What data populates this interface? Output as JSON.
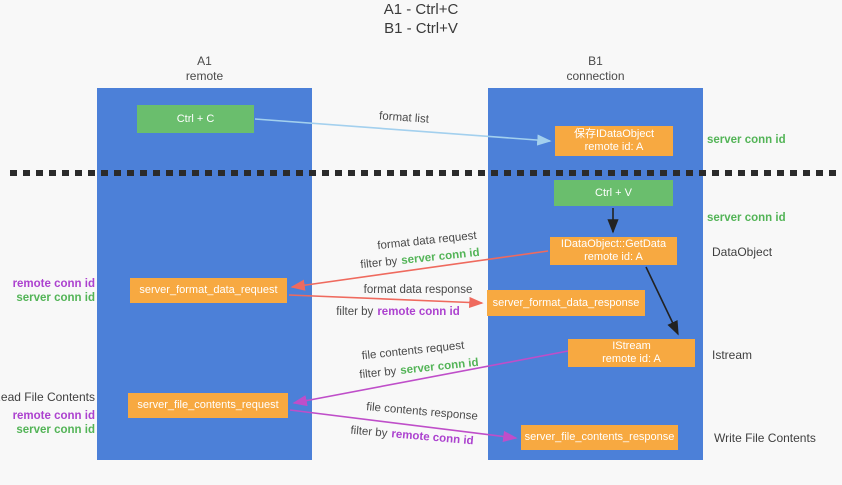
{
  "title": {
    "line1": "A1 - Ctrl+C",
    "line2": "B1 - Ctrl+V"
  },
  "columns": {
    "left": {
      "name": "A1",
      "role": "remote"
    },
    "right": {
      "name": "B1",
      "role": "connection"
    }
  },
  "nodes": {
    "ctrl_c": "Ctrl + C",
    "ctrl_v": "Ctrl + V",
    "save_dataobject": {
      "line1": "保存IDataObject",
      "line2": "remote id: A"
    },
    "getdata": {
      "line1": "IDataObject::GetData",
      "line2": "remote id: A"
    },
    "istream": {
      "line1": "IStream",
      "line2": "remote id: A"
    },
    "format_request": "server_format_data_request",
    "format_response": "server_format_data_response",
    "file_request": "server_file_contents_request",
    "file_response": "server_file_contents_response"
  },
  "arrow_labels": {
    "format_list": "format list",
    "format_data_request": "format data request",
    "format_data_response": "format data response",
    "file_contents_request": "file contents request",
    "file_contents_response": "file contents response",
    "filter_by": "filter by",
    "server_conn_id": "server conn id",
    "remote_conn_id": "remote conn id"
  },
  "side_labels": {
    "server_conn_id": "server conn id",
    "remote_conn_id": "remote conn id",
    "dataobject": "DataObject",
    "istream": "Istream",
    "read_file_contents": "Read File Contents",
    "write_file_contents": "Write File Contents"
  },
  "colors": {
    "lane_blue": "#4c80d8",
    "node_green": "#6abe6d",
    "node_orange": "#f7a941",
    "label_green": "#53b457",
    "label_purple": "#ac42cf",
    "arrow_lightblue": "#a3d0ee",
    "arrow_salmon": "#ef6a5e",
    "arrow_magenta": "#bf4ec9",
    "arrow_black": "#222222",
    "separator_black": "#2b2b2b"
  }
}
